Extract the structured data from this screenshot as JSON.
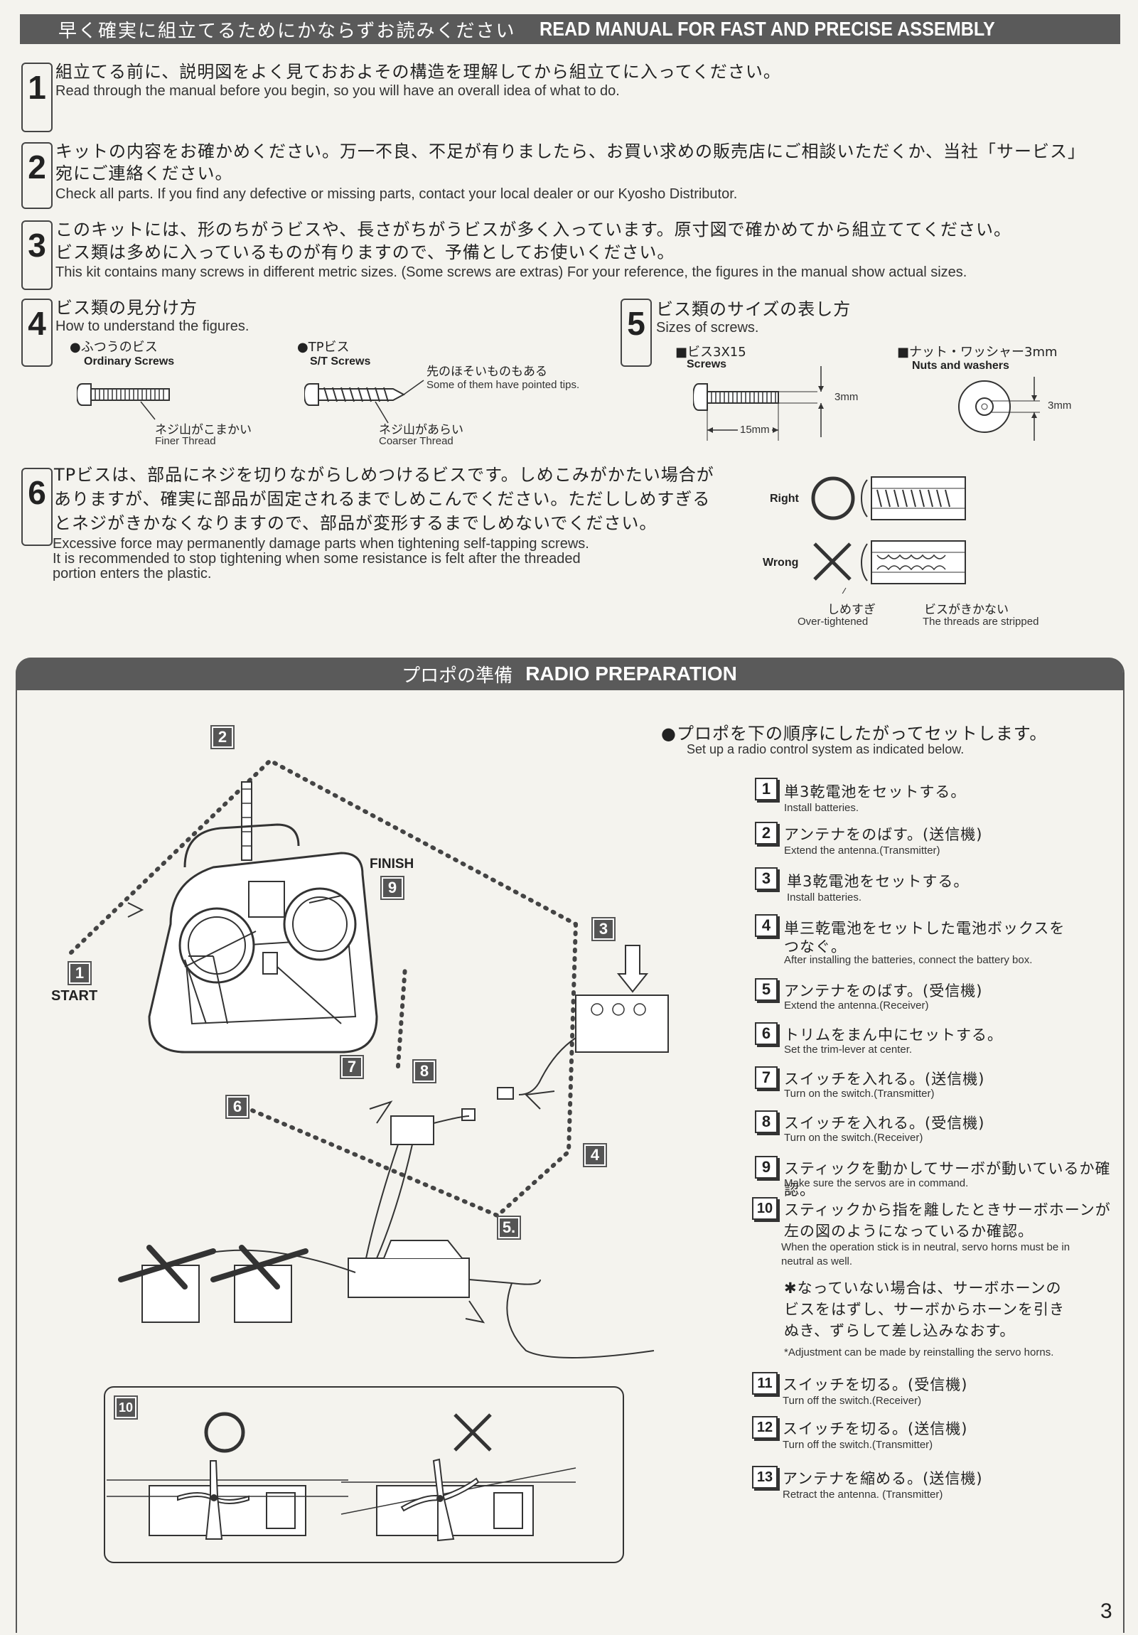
{
  "header": {
    "title_jp": "早く確実に組立てるためにかならずお読みください",
    "title_en": "READ MANUAL FOR FAST AND PRECISE ASSEMBLY"
  },
  "instructions": [
    {
      "num": "1",
      "jp": [
        "組立てる前に、説明図をよく見ておおよその構造を理解してから組立てに入ってください。"
      ],
      "en": [
        "Read through the manual before you begin, so you will have an overall idea of what to do."
      ]
    },
    {
      "num": "2",
      "jp": [
        "キットの内容をお確かめください。万一不良、不足が有りましたら、お買い求めの販売店にご相談いただくか、当社「サービス」",
        "宛にご連絡ください。"
      ],
      "en": [
        "Check all parts. If you find any defective or missing parts, contact your local dealer or our Kyosho Distributor."
      ]
    },
    {
      "num": "3",
      "jp": [
        "このキットには、形のちがうビスや、長さがちがうビスが多く入っています。原寸図で確かめてから組立ててください。",
        "ビス類は多めに入っているものが有りますので、予備としてお使いください。"
      ],
      "en": [
        "This kit contains many screws in different metric sizes. (Some screws are extras) For your reference, the figures in the manual show actual sizes."
      ]
    }
  ],
  "section4": {
    "num": "4",
    "jp": "ビス類の見分け方",
    "en": "How to understand the figures.",
    "ordinary_jp": "●ふつうのビス",
    "ordinary_en": "Ordinary Screws",
    "finer_jp": "ネジ山がこまかい",
    "finer_en": "Finer Thread",
    "tp_jp": "●TPビス",
    "tp_en": "S/T Screws",
    "pointed_jp": "先のほそいものもある",
    "pointed_en": "Some of them have pointed tips.",
    "coarse_jp": "ネジ山があらい",
    "coarse_en": "Coarser Thread"
  },
  "section5": {
    "num": "5",
    "jp": "ビス類のサイズの表し方",
    "en": "Sizes of screws.",
    "screws_jp": "■ビス3X15",
    "screws_en": "Screws",
    "nuts_jp": "■ナット・ワッシャー3mm",
    "nuts_en": "Nuts and washers",
    "dim_3mm_a": "3mm",
    "dim_15mm": "15mm",
    "dim_3mm_b": "3mm"
  },
  "section6": {
    "num": "6",
    "jp": [
      "TPビスは、部品にネジを切りながらしめつけるビスです。しめこみがかたい場合が",
      "ありますが、確実に部品が固定されるまでしめこんでください。ただししめすぎる",
      "とネジがきかなくなりますので、部品が変形するまでしめないでください。"
    ],
    "en": [
      "Excessive force may permanently damage parts  when tightening self-tapping screws.",
      "It is recommended to stop tightening when some resistance is felt after the threaded",
      "portion enters the plastic."
    ],
    "right": "Right",
    "wrong": "Wrong",
    "over_jp": "しめすぎ",
    "over_en": "Over-tightened",
    "stripped_jp": "ビスがきかない",
    "stripped_en": "The threads are stripped"
  },
  "radio": {
    "title_jp": "プロポの準備",
    "title_en": "RADIO PREPARATION",
    "intro_jp": "●プロポを下の順序にしたがってセットします。",
    "intro_en": "Set up a radio control system as indicated below.",
    "steps": [
      {
        "n": "1",
        "jp": [
          "単3乾電池をセットする。"
        ],
        "en": [
          "Install batteries."
        ]
      },
      {
        "n": "2",
        "jp": [
          "アンテナをのばす。(送信機)"
        ],
        "en": [
          "Extend the antenna.(Transmitter)"
        ]
      },
      {
        "n": "3",
        "jp": [
          "単3乾電池をセットする。"
        ],
        "en": [
          "Install batteries."
        ]
      },
      {
        "n": "4",
        "jp": [
          "単三乾電池をセットした電池ボックスを",
          "つなぐ。"
        ],
        "en": [
          "After installing the batteries, connect the battery box."
        ]
      },
      {
        "n": "5",
        "jp": [
          "アンテナをのばす。(受信機)"
        ],
        "en": [
          "Extend the antenna.(Receiver)"
        ]
      },
      {
        "n": "6",
        "jp": [
          "トリムをまん中にセットする。"
        ],
        "en": [
          "Set the trim-lever at center."
        ]
      },
      {
        "n": "7",
        "jp": [
          "スイッチを入れる。(送信機)"
        ],
        "en": [
          "Turn on the switch.(Transmitter)"
        ]
      },
      {
        "n": "8",
        "jp": [
          "スイッチを入れる。(受信機)"
        ],
        "en": [
          "Turn on the switch.(Receiver)"
        ]
      },
      {
        "n": "9",
        "jp": [
          "スティックを動かしてサーボが動いているか確認。"
        ],
        "en": [
          "Make sure the servos are in command."
        ]
      },
      {
        "n": "10",
        "jp": [
          "スティックから指を離したときサーボホーンが",
          "左の図のようになっているか確認。"
        ],
        "en": [
          "When the operation stick is in neutral, servo horns must be in",
          "neutral as well."
        ]
      },
      {
        "n": "11",
        "jp": [
          "スイッチを切る。(受信機)"
        ],
        "en": [
          "Turn off the switch.(Receiver)"
        ]
      },
      {
        "n": "12",
        "jp": [
          "スイッチを切る。(送信機)"
        ],
        "en": [
          "Turn off the switch.(Transmitter)"
        ]
      },
      {
        "n": "13",
        "jp": [
          "アンテナを縮める。(送信機)"
        ],
        "en": [
          "Retract the antenna. (Transmitter)"
        ]
      }
    ],
    "note_jp": [
      "✱なっていない場合は、サーボホーンの",
      "ビスをはずし、サーボからホーンを引き",
      "ぬき、ずらして差し込みなおす。"
    ],
    "note_en": "*Adjustment can be made by reinstalling the servo horns.",
    "diagram": {
      "start": "START",
      "finish": "FINISH",
      "labels": [
        "1",
        "2",
        "3",
        "4",
        "5.",
        "6",
        "7",
        "8",
        "9",
        "10"
      ]
    }
  },
  "page_number": "3"
}
